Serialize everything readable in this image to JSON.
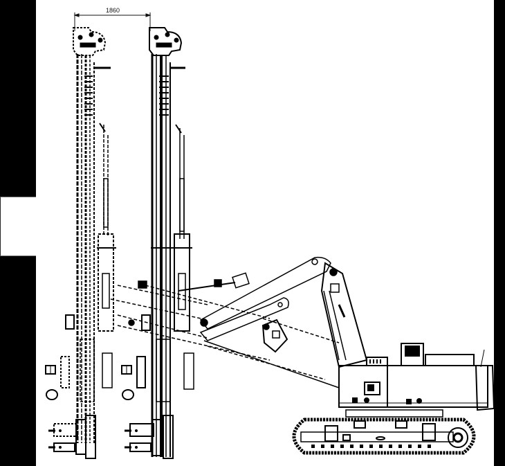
{
  "figure": {
    "type": "technical-line-drawing",
    "subject": "rotary drilling rig side elevation (two mast positions)",
    "background": "#ffffff",
    "line_color": "#000000",
    "letterbox_color": "#000000"
  },
  "annotations": {
    "dimension_top": {
      "label": "1860",
      "description": "horizontal distance between the two mast positions"
    }
  },
  "components": {
    "masts": [
      {
        "name": "mast-position-left",
        "style": "dashed"
      },
      {
        "name": "mast-position-right",
        "style": "solid"
      }
    ],
    "boom": {
      "name": "boom-arm"
    },
    "carrier": {
      "name": "upper-carriage"
    },
    "undercarriage": {
      "name": "crawler-track"
    }
  }
}
